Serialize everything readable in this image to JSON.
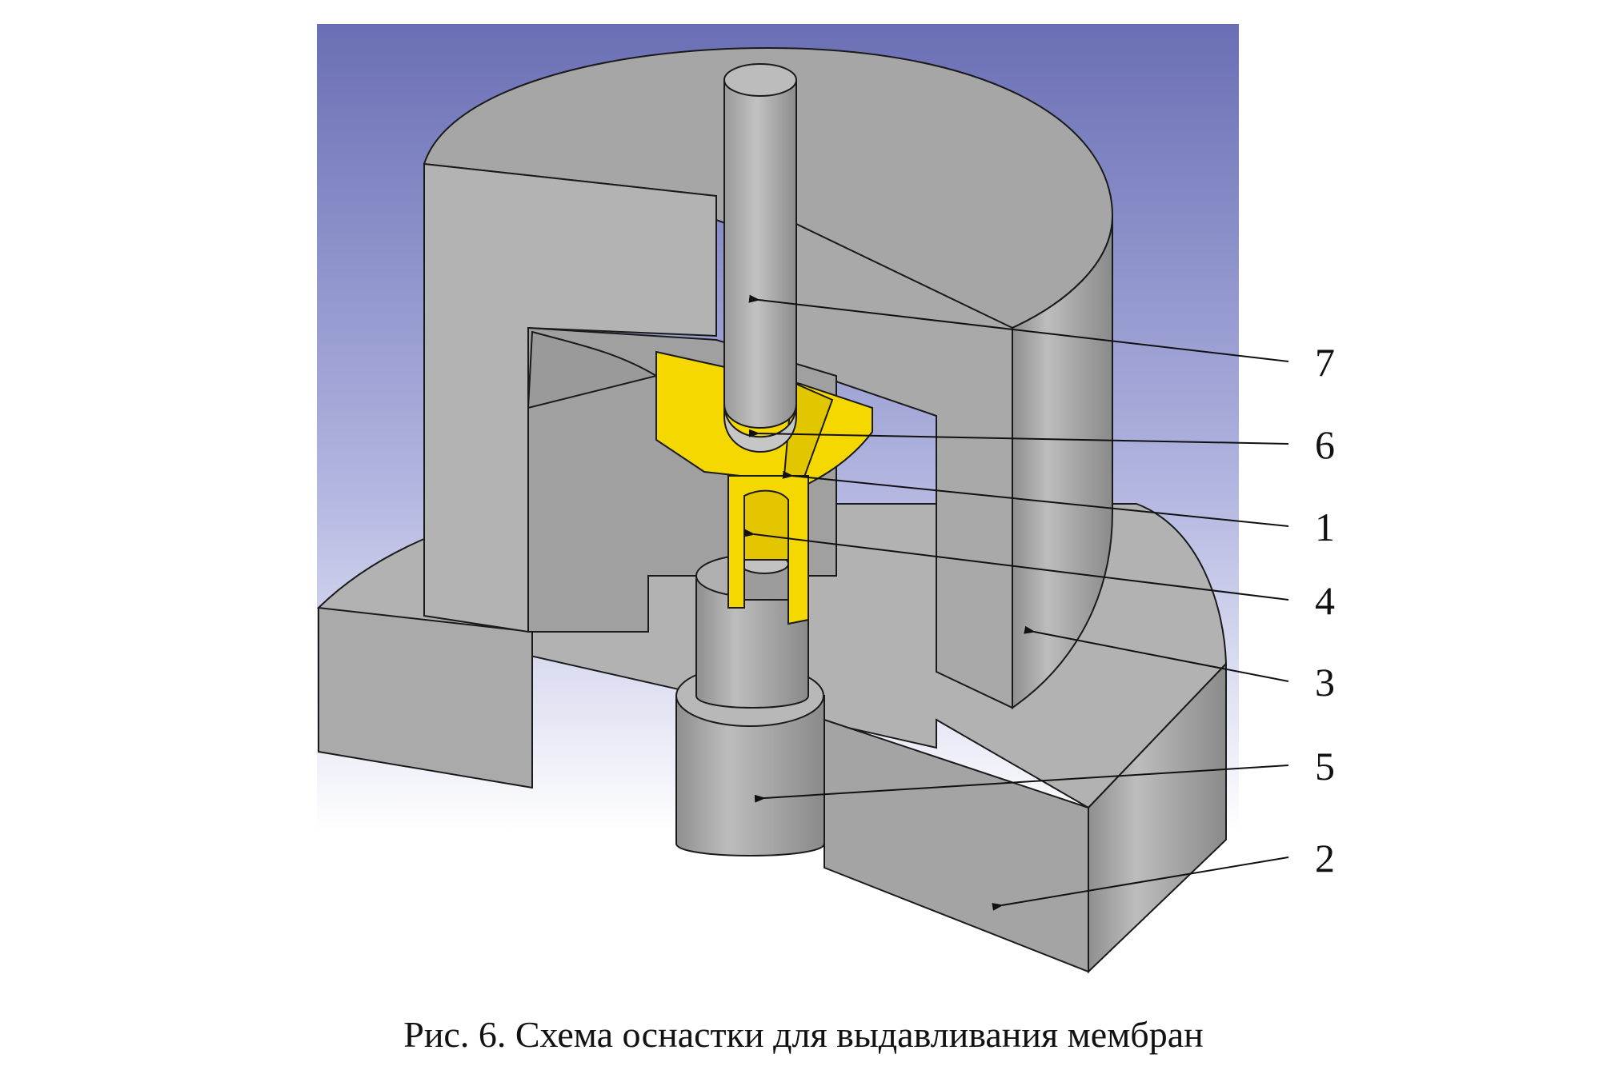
{
  "figure": {
    "caption": "Рис. 6. Схема оснастки для выдавливания мембран",
    "callouts": [
      {
        "id": "7",
        "label": "7"
      },
      {
        "id": "6",
        "label": "6"
      },
      {
        "id": "1",
        "label": "1"
      },
      {
        "id": "4",
        "label": "4"
      },
      {
        "id": "3",
        "label": "3"
      },
      {
        "id": "5",
        "label": "5"
      },
      {
        "id": "2",
        "label": "2"
      }
    ]
  },
  "colors": {
    "background_top": "#6a6fb5",
    "background_bottom": "#ffffff",
    "part_gray": "#a9a9a9",
    "part_gray_light": "#b5b5b5",
    "part_gray_dark": "#8e8e8e",
    "workpiece_yellow": "#f5d800",
    "edge": "#1a1a1a"
  }
}
